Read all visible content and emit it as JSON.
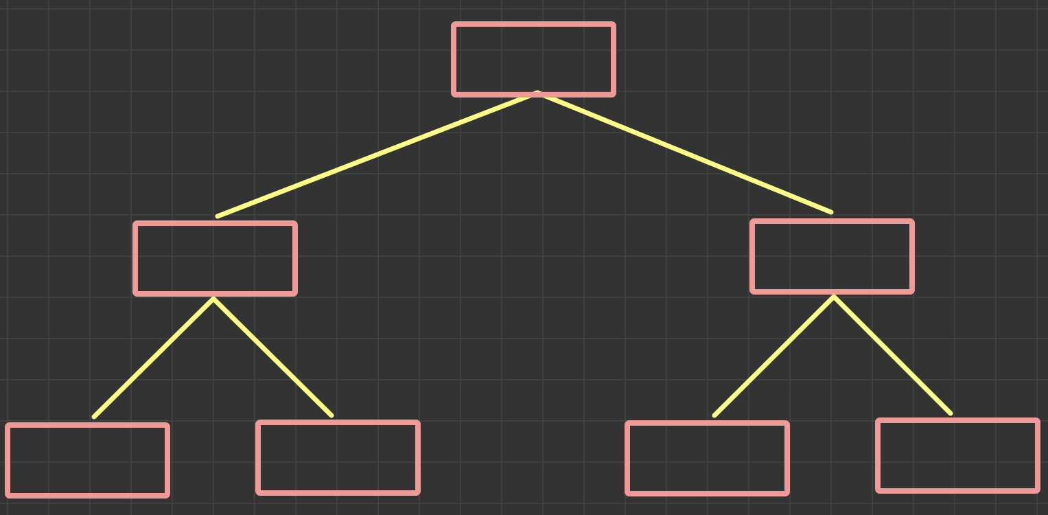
{
  "canvas": {
    "background_color": "#333333",
    "grid_color": "#444444",
    "grid_visible": true
  },
  "diagram": {
    "type": "tree",
    "node_border_color": "#ef9a96",
    "edge_color": "#ffff88",
    "nodes": [
      {
        "id": "root",
        "label": ""
      },
      {
        "id": "left",
        "label": ""
      },
      {
        "id": "right",
        "label": ""
      },
      {
        "id": "left-left",
        "label": ""
      },
      {
        "id": "left-right",
        "label": ""
      },
      {
        "id": "right-left",
        "label": ""
      },
      {
        "id": "right-right",
        "label": ""
      }
    ],
    "edges": [
      {
        "from": "root",
        "to": "left"
      },
      {
        "from": "root",
        "to": "right"
      },
      {
        "from": "left",
        "to": "left-left"
      },
      {
        "from": "left",
        "to": "left-right"
      },
      {
        "from": "right",
        "to": "right-left"
      },
      {
        "from": "right",
        "to": "right-right"
      }
    ]
  }
}
